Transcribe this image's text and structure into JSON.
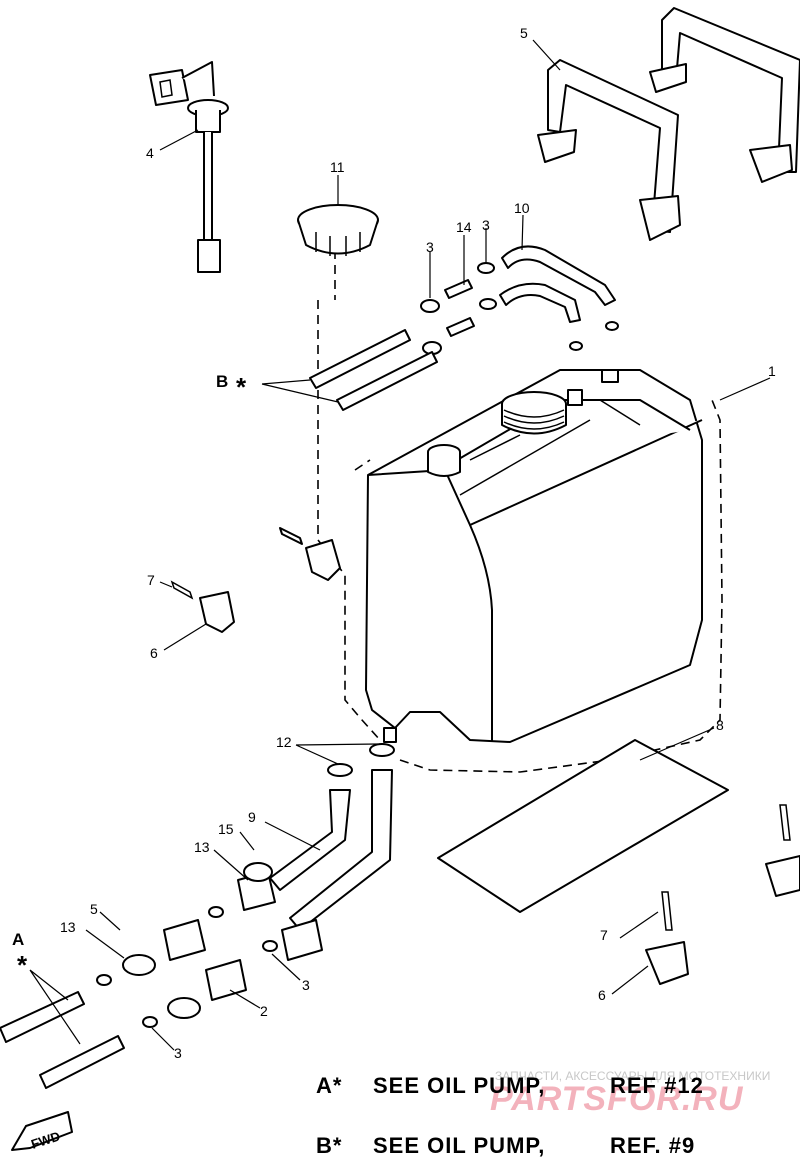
{
  "callouts": {
    "c1": "1",
    "c2": "2",
    "c3a": "3",
    "c3b": "3",
    "c3c": "3",
    "c3d": "3",
    "c4": "4",
    "c5a": "5",
    "c5b": "5",
    "c6a": "6",
    "c6b": "6",
    "c7a": "7",
    "c7b": "7",
    "c8": "8",
    "c9": "9",
    "c10": "10",
    "c11": "11",
    "c12": "12",
    "c13a": "13",
    "c13b": "13",
    "c14": "14",
    "c15": "15"
  },
  "markers": {
    "a": "A",
    "b": "B",
    "star": "*"
  },
  "fwd_label": "FWD",
  "notes": {
    "a": {
      "ref": "A*",
      "text": "SEE OIL PUMP,",
      "num": "REF #12"
    },
    "b": {
      "ref": "B*",
      "text": "SEE OIL PUMP,",
      "num": "REF. #9"
    }
  },
  "watermark": {
    "main": "PARTSFOR.RU",
    "small": "ЗАПЧАСТИ, АКСЕССУАРЫ ДЛЯ МОТОТЕХНИКИ"
  }
}
